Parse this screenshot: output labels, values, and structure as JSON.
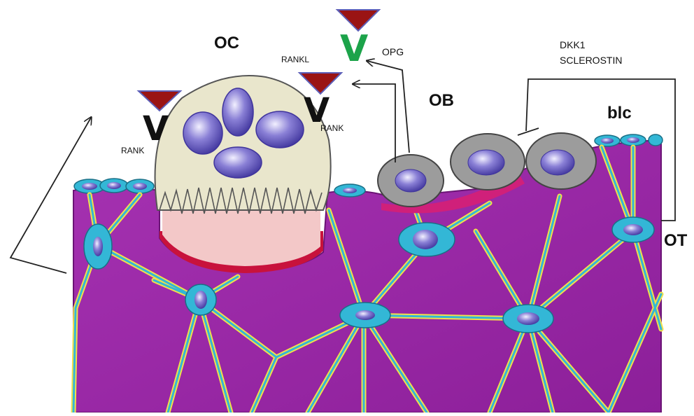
{
  "labels": {
    "oc": "OC",
    "ob": "OB",
    "blc": "blc",
    "ot": "OT",
    "rankl": "RANKL",
    "rank_left": "RANK",
    "rank_right": "RANK",
    "opg": "OPG",
    "dkk1": "DKK1",
    "sclerostin": "SCLEROSTIN"
  },
  "glyphs": {
    "v": "V"
  },
  "colors": {
    "bone_matrix": "#9a28a6",
    "canaliculi_yellow": "#f2e04a",
    "osteocyte_cyan": "#33b7d6",
    "nucleus_purple": "#6a5fc4",
    "osteoclast_body": "#e9e6cc",
    "resorption_pink": "#f3c8c8",
    "sealing_red": "#c8123c",
    "osteoblast_gray": "#9c9c9c",
    "inhibitor_triangle": "#9a1414",
    "opg_green": "#1ca34a"
  }
}
